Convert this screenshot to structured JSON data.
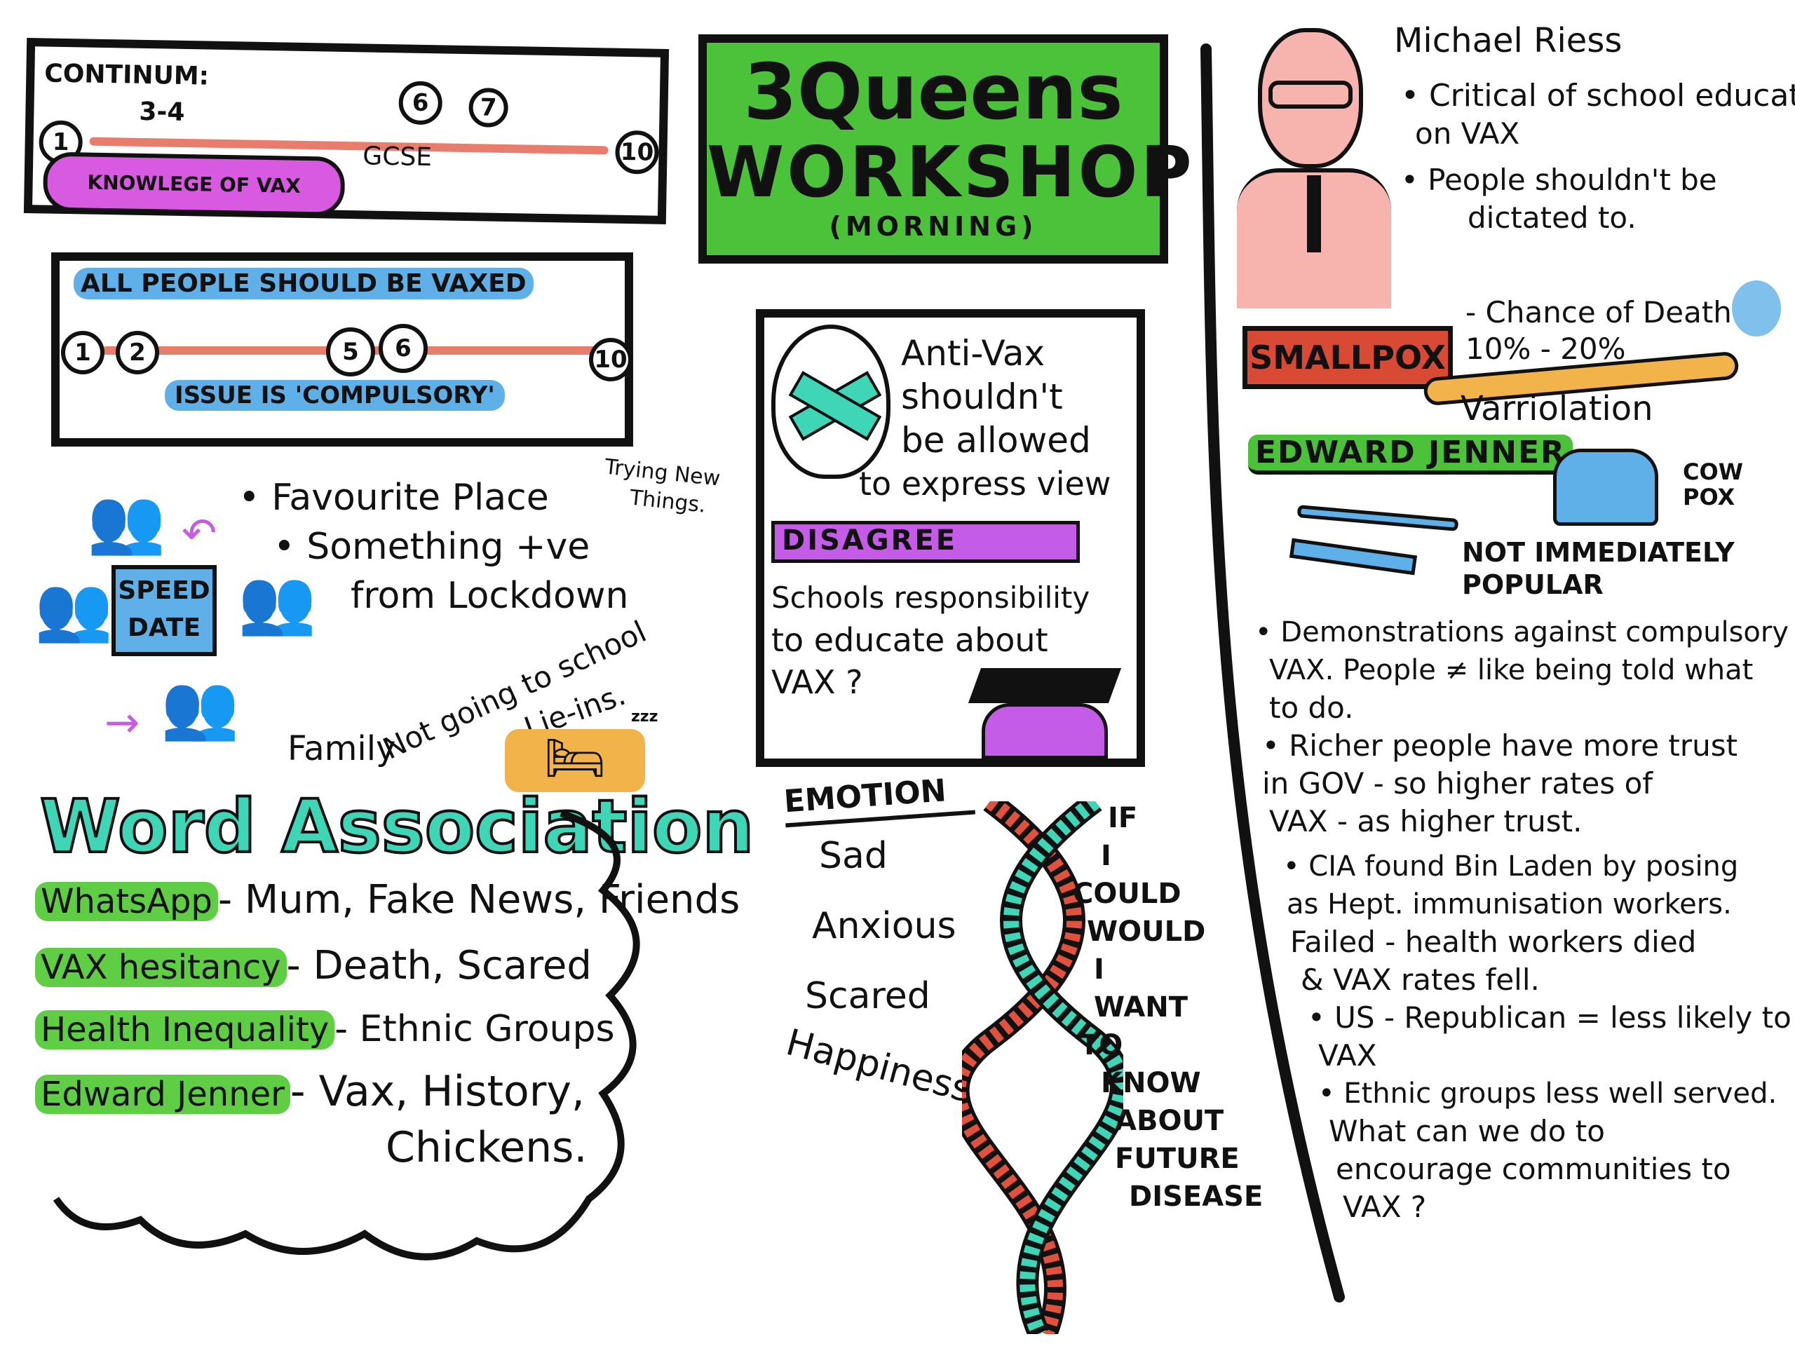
{
  "continuum": {
    "title": "CONTINUM:",
    "points": [
      "1",
      "3-4",
      "6",
      "7",
      "10"
    ],
    "gcse": "GCSE",
    "cloud": "KNOWLEGE OF VAX"
  },
  "vaxed": {
    "title": "ALL PEOPLE SHOULD BE VAXED",
    "points": [
      "1",
      "2",
      "5",
      "6",
      "10"
    ],
    "issue": "ISSUE IS 'COMPULSORY'"
  },
  "workshop": {
    "line1": "3Queens",
    "line2": "WORKSHOP",
    "line3": "(MORNING)"
  },
  "antivax": {
    "text": [
      "Anti-Vax",
      "shouldn't",
      "be allowed",
      "to express view"
    ],
    "disagree": "DISAGREE",
    "schools": [
      "Schools responsibility",
      "to educate about",
      "VAX ?"
    ]
  },
  "speed_date": {
    "label1": "SPEED",
    "label2": "DATE",
    "items": [
      "• Favourite Place",
      "• Something +ve",
      "from Lockdown"
    ],
    "trying": [
      "Trying New",
      "Things."
    ],
    "outcomes": [
      "Family",
      "Not going to school",
      "Lie-ins."
    ],
    "zzz": "zzz"
  },
  "word_association": {
    "title": "Word Association",
    "rows": [
      {
        "key": "WhatsApp",
        "value": "- Mum, Fake News, Friends"
      },
      {
        "key": "VAX hesitancy",
        "value": "- Death, Scared"
      },
      {
        "key": "Health Inequality",
        "value": "- Ethnic Groups"
      },
      {
        "key": "Edward Jenner",
        "value": "- Vax, History,"
      }
    ],
    "extra": "Chickens."
  },
  "emotion": {
    "title": "EMOTION",
    "items": [
      "Sad",
      "Anxious",
      "Scared",
      "Happiness"
    ]
  },
  "question": [
    "IF",
    "I",
    "COULD",
    "WOULD",
    "I",
    "WANT",
    "TO",
    "KNOW",
    "ABOUT",
    "FUTURE",
    "DISEASE"
  ],
  "riess": {
    "name": "Michael Riess",
    "points": [
      "• Critical of school education",
      "on VAX",
      "• People shouldn't be",
      "dictated to."
    ]
  },
  "smallpox": {
    "label": "SMALLPOX",
    "death": [
      "- Chance of Death",
      "10% - 20%"
    ],
    "variolation": "Varriolation"
  },
  "jenner": {
    "label": "EDWARD JENNER",
    "cowpox": [
      "COW",
      "POX"
    ],
    "popular": [
      "NOT IMMEDIATELY",
      "POPULAR"
    ]
  },
  "notes": [
    "• Demonstrations against compulsory",
    "VAX. People ≠ like being told what",
    "to do.",
    "• Richer people have more trust",
    "in GOV - so higher rates of",
    "VAX - as higher trust.",
    "• CIA found Bin Laden by posing",
    "as Hept. immunisation workers.",
    "Failed - health workers died",
    "& VAX rates fell.",
    "• US - Republican = less likely to",
    "VAX",
    "• Ethnic groups less well served.",
    "What can we do to",
    "encourage communities to",
    "VAX ?"
  ],
  "colors": {
    "green": "#4cc23a",
    "red": "#d94a35",
    "pink": "#d85ae0",
    "blue": "#5fb0e8",
    "orange": "#f2b34a",
    "purple": "#c45ce8"
  }
}
